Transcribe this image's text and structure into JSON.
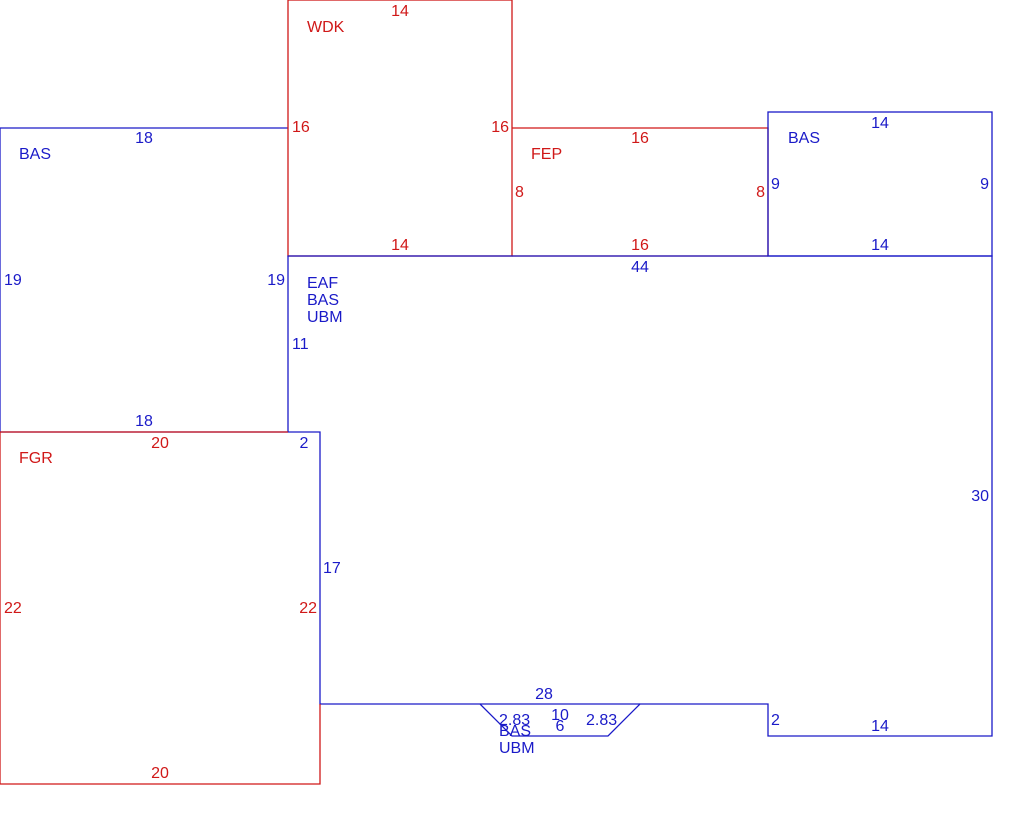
{
  "colors": {
    "living_area": "#1a1ac8",
    "other_area": "#d01818",
    "background": "#ffffff"
  },
  "areas": {
    "bas_left": {
      "code": "BAS",
      "top_dim": "18",
      "bottom_dim": "18",
      "left_dim": "19",
      "right_dim": "19"
    },
    "wdk": {
      "code": "WDK",
      "top_dim": "14",
      "bottom_dim": "14",
      "left_dim": "16",
      "right_dim": "16"
    },
    "fep": {
      "code": "FEP",
      "top_dim": "16",
      "bottom_dim": "16",
      "left_dim": "8",
      "right_dim": "8"
    },
    "bas_right": {
      "code": "BAS",
      "top_dim": "14",
      "bottom_dim": "14",
      "left_dim": "9",
      "right_dim": "9"
    },
    "main": {
      "codes": [
        "EAF",
        "BAS",
        "UBM"
      ],
      "top_dim": "44",
      "left_dim": "11",
      "step_dim": "2",
      "left_lower_dim": "17",
      "right_dim": "30",
      "bottom_left_dim": "28",
      "right_step_dim": "2",
      "bottom_right_dim": "14"
    },
    "fgr": {
      "code": "FGR",
      "top_dim": "20",
      "bottom_dim": "20",
      "left_dim": "22",
      "right_dim": "22"
    },
    "bay": {
      "codes": [
        "BAS",
        "UBM"
      ],
      "top_dim": "10",
      "bottom_dim": "6",
      "left_diag_dim": "2.83",
      "right_diag_dim": "2.83"
    }
  }
}
